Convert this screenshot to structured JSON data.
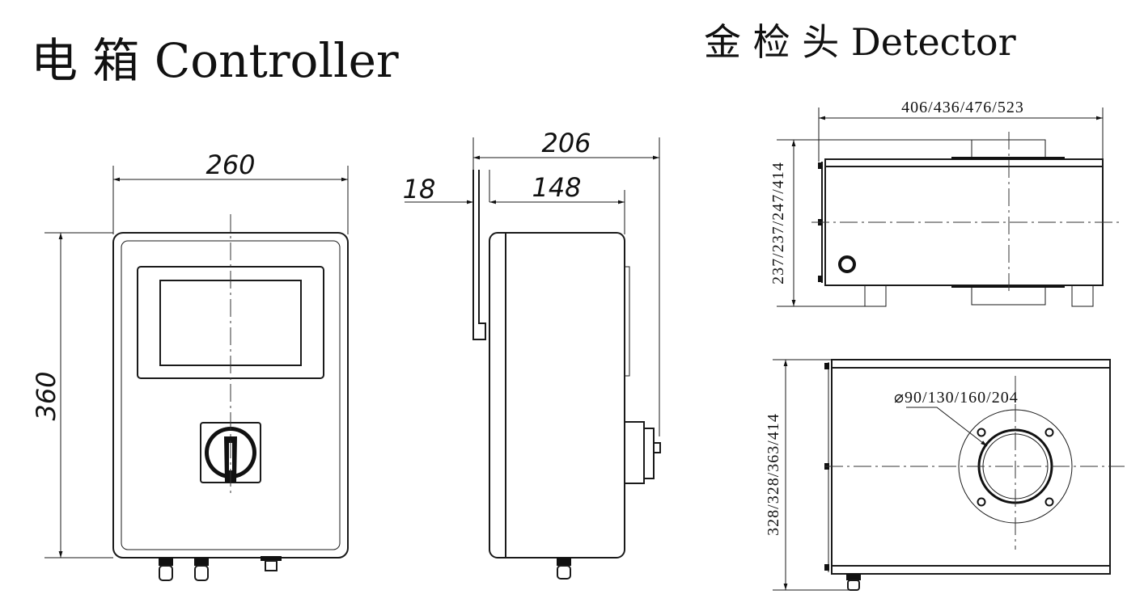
{
  "titles": {
    "controller": "电 箱 Controller",
    "detector": "金 检 头 Detector"
  },
  "controller_front": {
    "width_dim": "260",
    "height_dim": "360"
  },
  "controller_side": {
    "depth_total_dim": "206",
    "bracket_dim": "18",
    "body_depth_dim": "148"
  },
  "detector_side": {
    "length_dim": "406/436/476/523",
    "height_dim": "237/237/247/414"
  },
  "detector_front": {
    "aperture_dim": "⌀90/130/160/204",
    "height_dim": "328/328/363/414"
  },
  "colors": {
    "line": "#1a1a1a",
    "background": "#ffffff"
  }
}
